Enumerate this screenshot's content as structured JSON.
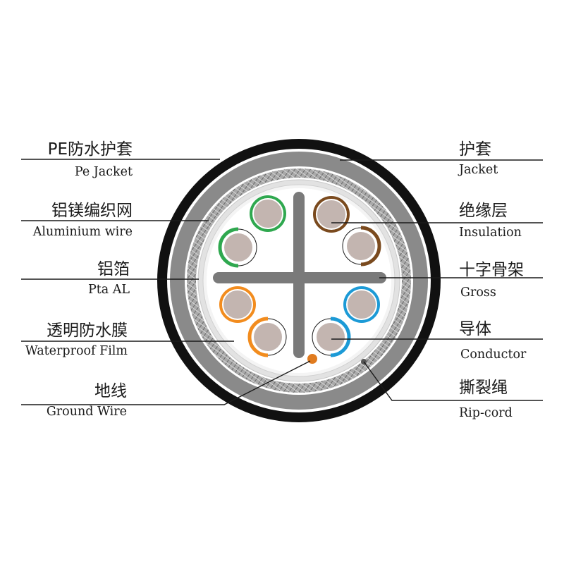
{
  "labels": {
    "pe_jacket": {
      "zh": "PE防水护套",
      "en": "Pe Jacket"
    },
    "aluminium_wire": {
      "zh": "铝镁编织网",
      "en": "Aluminium wire"
    },
    "pta_al": {
      "zh": "铝箔",
      "en": "Pta AL"
    },
    "waterproof_film": {
      "zh": "透明防水膜",
      "en": "Waterproof Film"
    },
    "ground_wire": {
      "zh": "地线",
      "en": "Ground Wire"
    },
    "jacket": {
      "zh": "护套",
      "en": "Jacket"
    },
    "insulation": {
      "zh": "绝缘层",
      "en": "Insulation"
    },
    "gross": {
      "zh": "十字骨架",
      "en": "Gross"
    },
    "conductor": {
      "zh": "导体",
      "en": "Conductor"
    },
    "rip_cord": {
      "zh": "撕裂绳",
      "en": "Rip-cord"
    }
  },
  "colors": {
    "outer_jacket": "#111111",
    "jacket": "#8a8a8a",
    "braid": "#b8b8b8",
    "foil": "#e2e2e2",
    "film": "#f4f4f4",
    "core_bg": "#ffffff",
    "cross_filler": "#7a7a7a",
    "conductor": "#c3b5b0",
    "ground_wire": "#e07b1f"
  },
  "pairs": [
    {
      "name": "green",
      "color": "#2fa84f"
    },
    {
      "name": "brown",
      "color": "#7a4a1e"
    },
    {
      "name": "blue",
      "color": "#1c9ad6"
    },
    {
      "name": "orange",
      "color": "#f28c1e"
    }
  ]
}
